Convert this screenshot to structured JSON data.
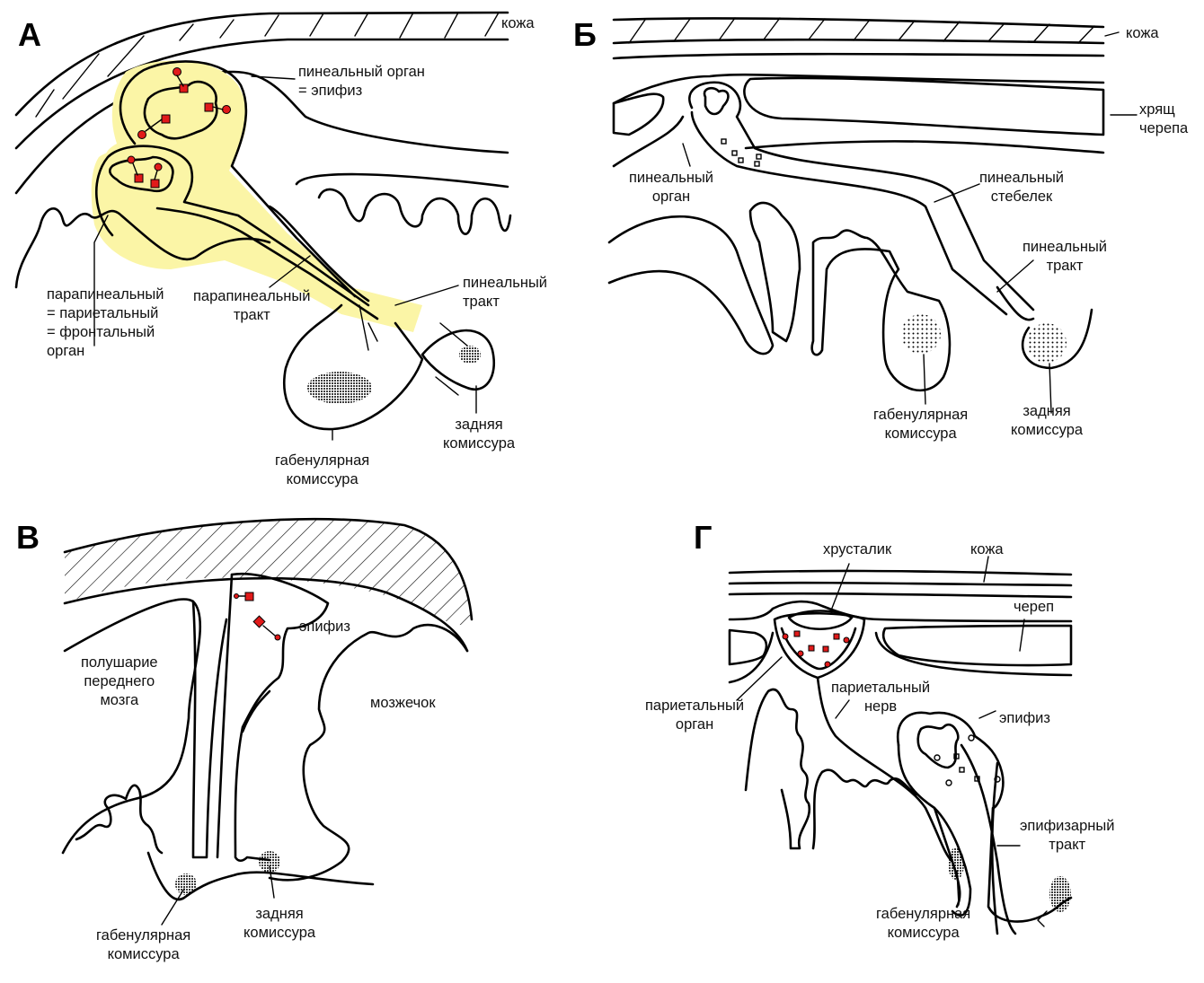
{
  "figure": {
    "colors": {
      "pineal_fill": "#fbf5a6",
      "photoreceptor_marker": "#e11a1a",
      "line": "#000000"
    },
    "panels": [
      {
        "letter": "А",
        "labels": {
          "skin": "кожа",
          "pineal_organ": "пинеальный орган\n= эпифиз",
          "parapineal_organ": "парапинеальный\n= париетальный\n= фронтальный\nорган",
          "parapineal_tract": "парапинеальный\nтракт",
          "pineal_tract": "пинеальный\nтракт",
          "posterior_commissure": "задняя\nкомиссура",
          "habenular_commissure": "габенулярная\nкомиссура"
        }
      },
      {
        "letter": "Б",
        "labels": {
          "skin": "кожа",
          "cranial_cartilage": "хрящ\nчерепа",
          "pineal_organ": "пинеальный\nорган",
          "pineal_stalk": "пинеальный\nстебелек",
          "pineal_tract": "пинеальный\nтракт",
          "habenular_commissure": "габенулярная\nкомиссура",
          "posterior_commissure": "задняя\nкомиссура"
        }
      },
      {
        "letter": "В",
        "labels": {
          "forebrain_hemisphere": "полушарие\nпереднего\nмозга",
          "epiphysis": "эпифиз",
          "cerebellum": "мозжечок",
          "habenular_commissure": "габенулярная\nкомиссура",
          "posterior_commissure": "задняя\nкомиссура"
        }
      },
      {
        "letter": "Г",
        "labels": {
          "lens": "хрусталик",
          "skin": "кожа",
          "skull": "череп",
          "parietal_organ": "париетальный\nорган",
          "parietal_nerve": "париетальный\nнерв",
          "epiphysis": "эпифиз",
          "epiphyseal_tract": "эпифизарный\nтракт",
          "habenular_commissure": "габенулярная\nкомиссура"
        }
      }
    ]
  }
}
